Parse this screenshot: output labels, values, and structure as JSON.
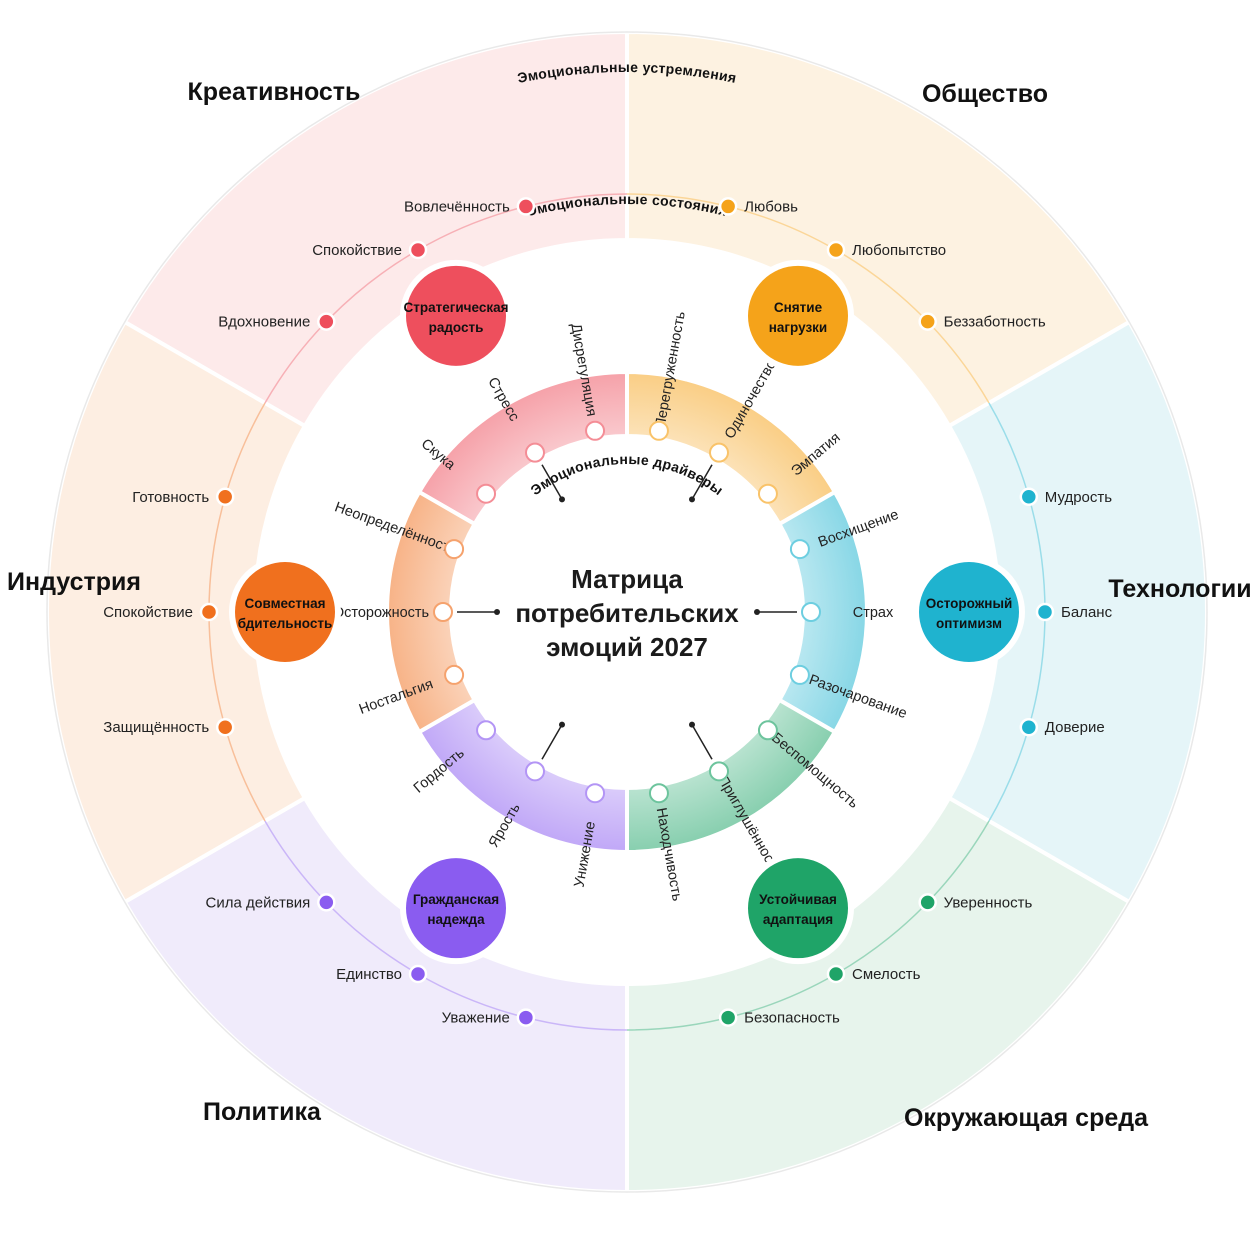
{
  "title": {
    "line1": "Матрица",
    "line2": "потребительских",
    "line3": "эмоций 2027"
  },
  "rings": {
    "outer": "Эмоциональные устремления",
    "middle": "Эмоциональные состояния",
    "inner": "Эмоциональные драйверы"
  },
  "sectors": [
    {
      "key": "creativity",
      "name": "Креативность",
      "color": "#ee4f5d",
      "light": "#fdeaea",
      "core": [
        "Стратегическая",
        "радость"
      ],
      "aspirations": [
        "Вдохновение",
        "Спокойствие",
        "Вовлечённость"
      ],
      "drivers": [
        "Скука",
        "Стресс",
        "Дисрегуляция"
      ]
    },
    {
      "key": "society",
      "name": "Общество",
      "color": "#f5a31a",
      "light": "#fdf2e1",
      "core": [
        "Снятие",
        "нагрузки"
      ],
      "aspirations": [
        "Любовь",
        "Любопытство",
        "Беззаботность"
      ],
      "drivers": [
        "Перегруженность",
        "Одиночество",
        "Эмпатия"
      ]
    },
    {
      "key": "technology",
      "name": "Технологии",
      "color": "#1fb3cf",
      "light": "#e5f5f8",
      "core": [
        "Осторожный",
        "оптимизм"
      ],
      "aspirations": [
        "Мудрость",
        "Баланс",
        "Доверие"
      ],
      "drivers": [
        "Восхищение",
        "Страх",
        "Разочарование"
      ]
    },
    {
      "key": "environment",
      "name": "Окружающая среда",
      "color": "#1fa468",
      "light": "#e7f4ec",
      "core": [
        "Устойчивая",
        "адаптация"
      ],
      "aspirations": [
        "Уверенность",
        "Смелость",
        "Безопасность"
      ],
      "drivers": [
        "Беспомощность",
        "Приглушённость",
        "Находчивость"
      ]
    },
    {
      "key": "politics",
      "name": "Политика",
      "color": "#8a5cf0",
      "light": "#f0ebfb",
      "core": [
        "Гражданская",
        "надежда"
      ],
      "aspirations": [
        "Уважение",
        "Единство",
        "Сила действия"
      ],
      "drivers": [
        "Унижение",
        "Ярость",
        "Гордость"
      ]
    },
    {
      "key": "industry",
      "name": "Индустрия",
      "color": "#f0701e",
      "light": "#fdeee2",
      "core": [
        "Совместная",
        "бдительность"
      ],
      "aspirations": [
        "Защищённость",
        "Спокойствие",
        "Готовность"
      ],
      "drivers": [
        "Ностальгия",
        "Осторожность",
        "Неопределённость"
      ]
    }
  ]
}
